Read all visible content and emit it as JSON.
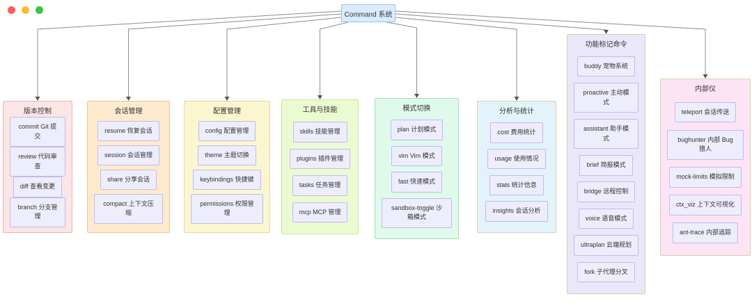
{
  "window": {
    "controls": [
      {
        "name": "close",
        "color": "#fb5f57"
      },
      {
        "name": "minimize",
        "color": "#fdbc2e"
      },
      {
        "name": "zoom",
        "color": "#32c748"
      }
    ]
  },
  "root": {
    "label": "Command 系统",
    "bg": "#d8ecfd",
    "border": "#9cc3ea"
  },
  "colors": {
    "connector": "#8c8c8c",
    "item_bg": "#ededfc",
    "item_border": "#c3b9ee",
    "text": "#333333"
  },
  "groups": [
    {
      "id": "version-control",
      "title": "版本控制",
      "bg": "#fbe5e5",
      "border": "#eab6b4",
      "items": [
        "commit Git 提交",
        "review 代码审查",
        "diff 查看变更",
        "branch 分支管理"
      ]
    },
    {
      "id": "session-management",
      "title": "会话管理",
      "bg": "#fdeacd",
      "border": "#ecc39a",
      "items": [
        "resume 恢复会话",
        "session 会话管理",
        "share 分享会话",
        "compact 上下文压缩"
      ]
    },
    {
      "id": "config-management",
      "title": "配置管理",
      "bg": "#fcf6d0",
      "border": "#e0d79e",
      "items": [
        "config 配置管理",
        "theme 主题切换",
        "keybindings 快捷键",
        "permissions 权限管理"
      ]
    },
    {
      "id": "tools-skills",
      "title": "工具与技能",
      "bg": "#eafbd1",
      "border": "#c8e69e",
      "items": [
        "skills 技能管理",
        "plugins 插件管理",
        "tasks 任务管理",
        "mcp MCP 管理"
      ]
    },
    {
      "id": "mode-switch",
      "title": "模式切换",
      "bg": "#dffaeb",
      "border": "#a5dcc0",
      "items": [
        "plan 计划模式",
        "vim Vim 模式",
        "fast 快速模式",
        "sandbox-toggle 沙箱模式"
      ]
    },
    {
      "id": "analytics-stats",
      "title": "分析与统计",
      "bg": "#e2f3fa",
      "border": "#d9d2a8",
      "items": [
        "cost 费用统计",
        "usage 使用情况",
        "stats 统计信息",
        "insights 会话分析"
      ]
    },
    {
      "id": "feature-flags",
      "title": "功能标记命令",
      "bg": "#eae7fa",
      "border": "#d6cfa7",
      "items": [
        "buddy 宠物系统",
        "proactive 主动模式",
        "assistant 助手模式",
        "brief 简报模式",
        "bridge 远程控制",
        "voice 语音模式",
        "ultraplan 云端规划",
        "fork 子代理分叉"
      ]
    },
    {
      "id": "internal",
      "title": "内部仪",
      "bg": "#fce4f4",
      "border": "#ddd0a9",
      "items": [
        "teleport 会话传送",
        "bughunter 内部 Bug 猎人",
        "mock-limits 模拟限制",
        "ctx_viz 上下文可视化",
        "ant-trace 内部追踪"
      ]
    }
  ]
}
